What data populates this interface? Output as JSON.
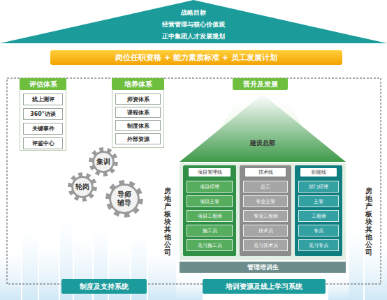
{
  "diagram": {
    "nodes": [
      {
        "text": [
          "战略目标",
          "经营管理与核心价值观",
          "正中集团人才发展规划"
        ]
      },
      {
        "text": [
          "岗位任职资格 + 能力素质标准 + 员工发展计划"
        ]
      },
      {
        "text": [
          "评估体系"
        ]
      },
      {
        "text": [
          "线上测评"
        ],
        "in": 2
      },
      {
        "text": [
          "360°访谈"
        ],
        "in": 2
      },
      {
        "text": [
          "关键事件"
        ],
        "in": 2
      },
      {
        "text": [
          "评鉴中心"
        ],
        "in": 2
      },
      {
        "text": [
          "培养体系"
        ]
      },
      {
        "text": [
          "师资体系"
        ],
        "in": 7
      },
      {
        "text": [
          "课程体系"
        ],
        "in": 7
      },
      {
        "text": [
          "制度体系"
        ],
        "in": 7
      },
      {
        "text": [
          "外部资源"
        ],
        "in": 7
      },
      {
        "text": [
          "晋升及发展"
        ]
      },
      {
        "text": [
          "集训"
        ]
      },
      {
        "text": [
          "轮岗"
        ]
      },
      {
        "text": [
          "导师辅导"
        ]
      },
      {
        "text": [
          "建设总部"
        ]
      },
      {
        "text": [
          "项目管理线"
        ],
        "in": 16
      },
      {
        "text": [
          "项目经理"
        ],
        "in": 17
      },
      {
        "text": [
          "项目主管"
        ],
        "in": 17
      },
      {
        "text": [
          "项目工程师"
        ],
        "in": 17
      },
      {
        "text": [
          "施工员"
        ],
        "in": 17
      },
      {
        "text": [
          "见习施工员"
        ],
        "in": 17
      },
      {
        "text": [
          "技术线"
        ],
        "in": 16
      },
      {
        "text": [
          "总工"
        ],
        "in": 23
      },
      {
        "text": [
          "专业主管"
        ],
        "in": 23
      },
      {
        "text": [
          "专业工程师"
        ],
        "in": 23
      },
      {
        "text": [
          "技术员"
        ],
        "in": 23
      },
      {
        "text": [
          "见习技术员"
        ],
        "in": 23
      },
      {
        "text": [
          "职能线"
        ],
        "in": 16
      },
      {
        "text": [
          "部门经理"
        ],
        "in": 29
      },
      {
        "text": [
          "主管"
        ],
        "in": 29
      },
      {
        "text": [
          "工程师"
        ],
        "in": 29
      },
      {
        "text": [
          "专员"
        ],
        "in": 29
      },
      {
        "text": [
          "见习专员"
        ],
        "in": 29
      },
      {
        "text": [
          "管理培训生"
        ],
        "in": 16
      },
      {
        "text": [
          "房地产板块其他公司"
        ]
      },
      {
        "text": [
          "房地产板块其他公司"
        ]
      },
      {
        "text": [
          "制度及支持系统"
        ]
      },
      {
        "text": [
          "培训资源及线上学习系统"
        ]
      }
    ]
  }
}
